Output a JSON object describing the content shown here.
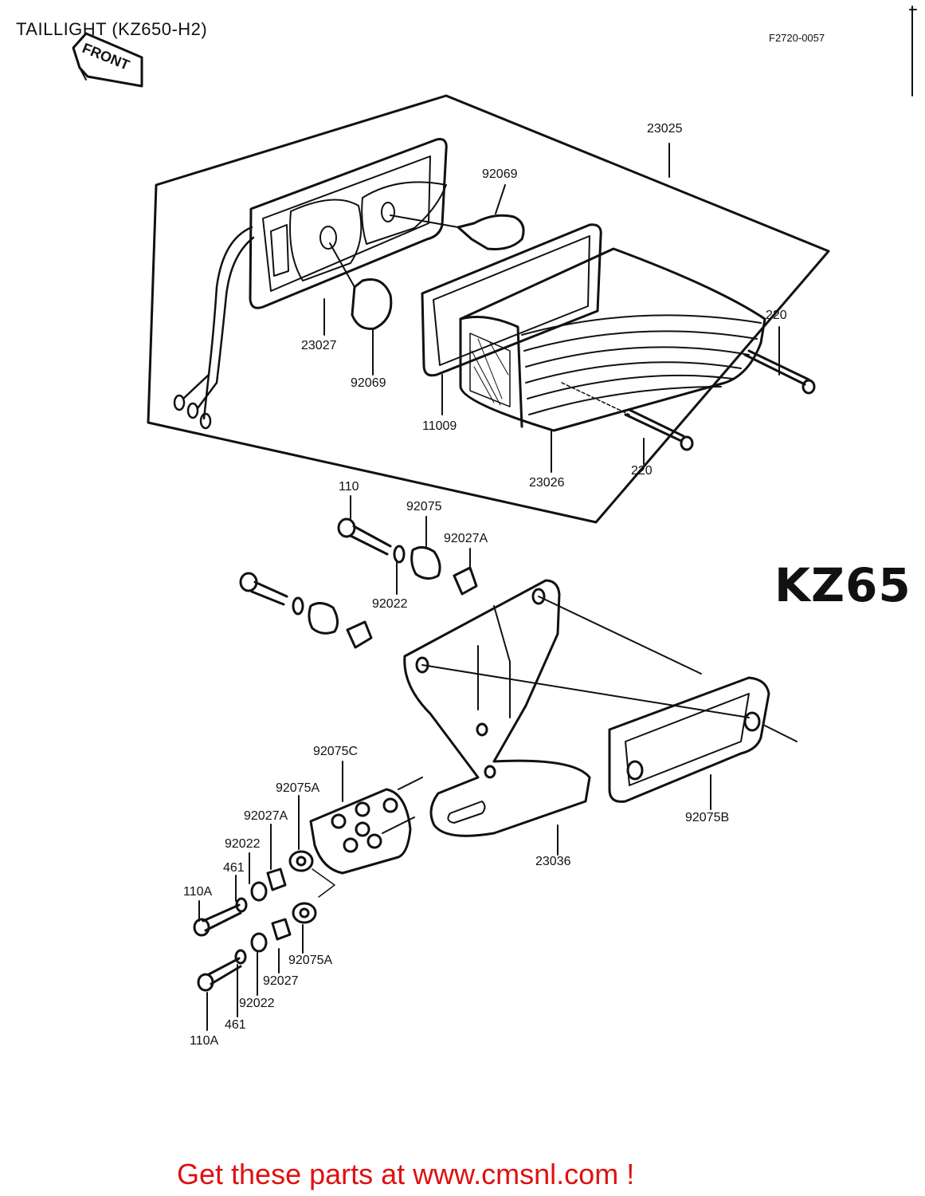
{
  "header": {
    "title": "TAILLIGHT (KZ650-H2)",
    "code": "F2720-0057",
    "front_label": "FRONT",
    "model_mark": "KZ65"
  },
  "footer": {
    "text": "Get these parts at www.cmsnl.com !",
    "color": "#e01010"
  },
  "parts": {
    "p23025": "23025",
    "p92069_top": "92069",
    "p23027": "23027",
    "p92069_bottom": "92069",
    "p220_top": "220",
    "p11009": "11009",
    "p23026": "23026",
    "p220_bottom": "220",
    "p110": "110",
    "p92075": "92075",
    "p92027A_top": "92027A",
    "p92022_top": "92022",
    "p92075C": "92075C",
    "p92075A_top": "92075A",
    "p92027A_left": "92027A",
    "p92022_left": "92022",
    "p461_top": "461",
    "p110A_top": "110A",
    "p92075A_bottom": "92075A",
    "p92027": "92027",
    "p92022_bottom": "92022",
    "p461_bottom": "461",
    "p110A_bottom": "110A",
    "p23036": "23036",
    "p92075B": "92075B"
  }
}
